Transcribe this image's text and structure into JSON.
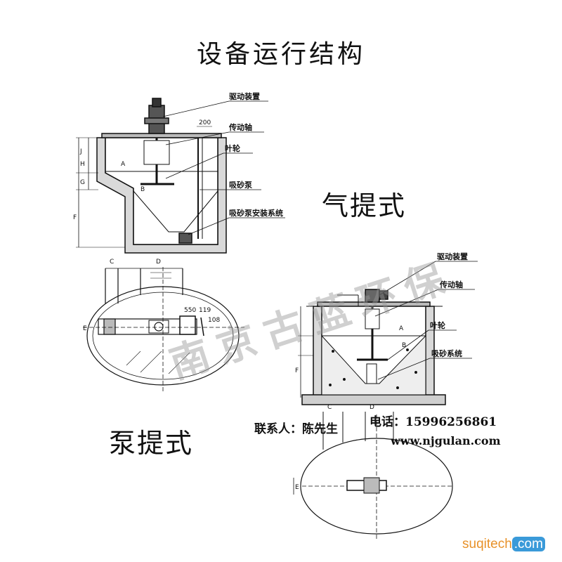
{
  "title": "设备运行结构",
  "labels": {
    "air_lift": "气提式",
    "pump_lift": "泵提式"
  },
  "callouts_top": [
    "驱动装置",
    "传动轴",
    "叶轮",
    "吸砂泵",
    "吸砂泵安装系统"
  ],
  "callouts_right": [
    "驱动装置",
    "传动轴",
    "叶轮",
    "吸砂系统"
  ],
  "dimensions": {
    "d200": "200",
    "d550": "550",
    "d119": "119",
    "d108": "108"
  },
  "letters": {
    "A": "A",
    "B": "B",
    "C": "C",
    "D": "D",
    "E": "E",
    "F": "F",
    "G": "G",
    "H": "H",
    "J": "J"
  },
  "contact": {
    "person": "联系人：陈先生",
    "phone": "电话：15996256861",
    "website": "www.njgulan.com"
  },
  "watermark": "南京古蓝环保",
  "brand": {
    "part1": "suqitech",
    "part2": ".com"
  }
}
